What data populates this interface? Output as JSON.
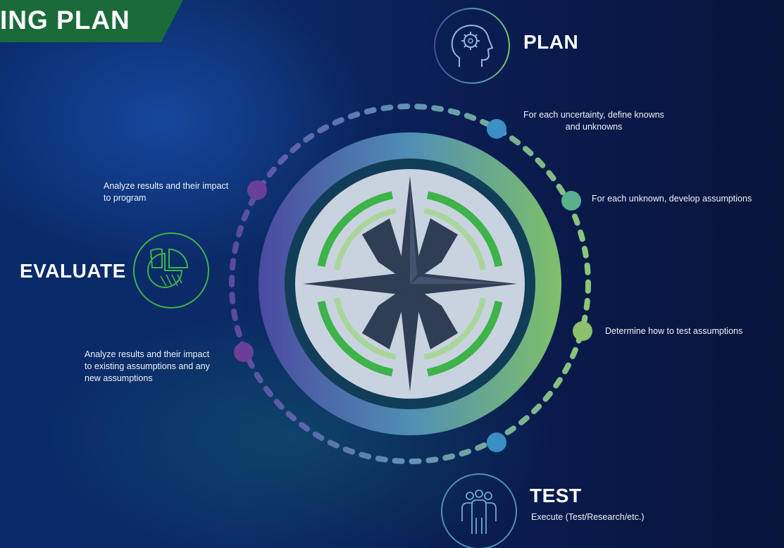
{
  "title_banner": "ING PLAN",
  "stages": {
    "plan": {
      "label": "PLAN"
    },
    "test": {
      "label": "TEST",
      "description": "Execute (Test/Research/etc.)"
    },
    "evaluate": {
      "label": "EVALUATE"
    }
  },
  "steps": [
    {
      "text": "For each uncertainty, define knowns\nand unknowns",
      "color": "#3a8fc4"
    },
    {
      "text": "For each unknown, develop assumptions",
      "color": "#5aaf8c"
    },
    {
      "text": "Determine how to test assumptions",
      "color": "#8cc06a"
    },
    {
      "text": "Analyze results and their impact\nto existing  assumptions and any\nnew assumptions",
      "color": "#6a3f9a"
    },
    {
      "text": "Analyze results and their impact\nto program",
      "color": "#6a3f9a"
    }
  ],
  "icons": {
    "plan": "head-gear-icon",
    "test": "team-people-icon",
    "evaluate": "pie-chart-icon",
    "center": "compass-rose-icon"
  },
  "colors": {
    "banner": "#1b6a3a",
    "ring_start": "#4a4aa0",
    "ring_end": "#7fc06a",
    "compass_face": "#c9d3df",
    "compass_star": "#2f3d55",
    "accent_green": "#3db34a"
  }
}
